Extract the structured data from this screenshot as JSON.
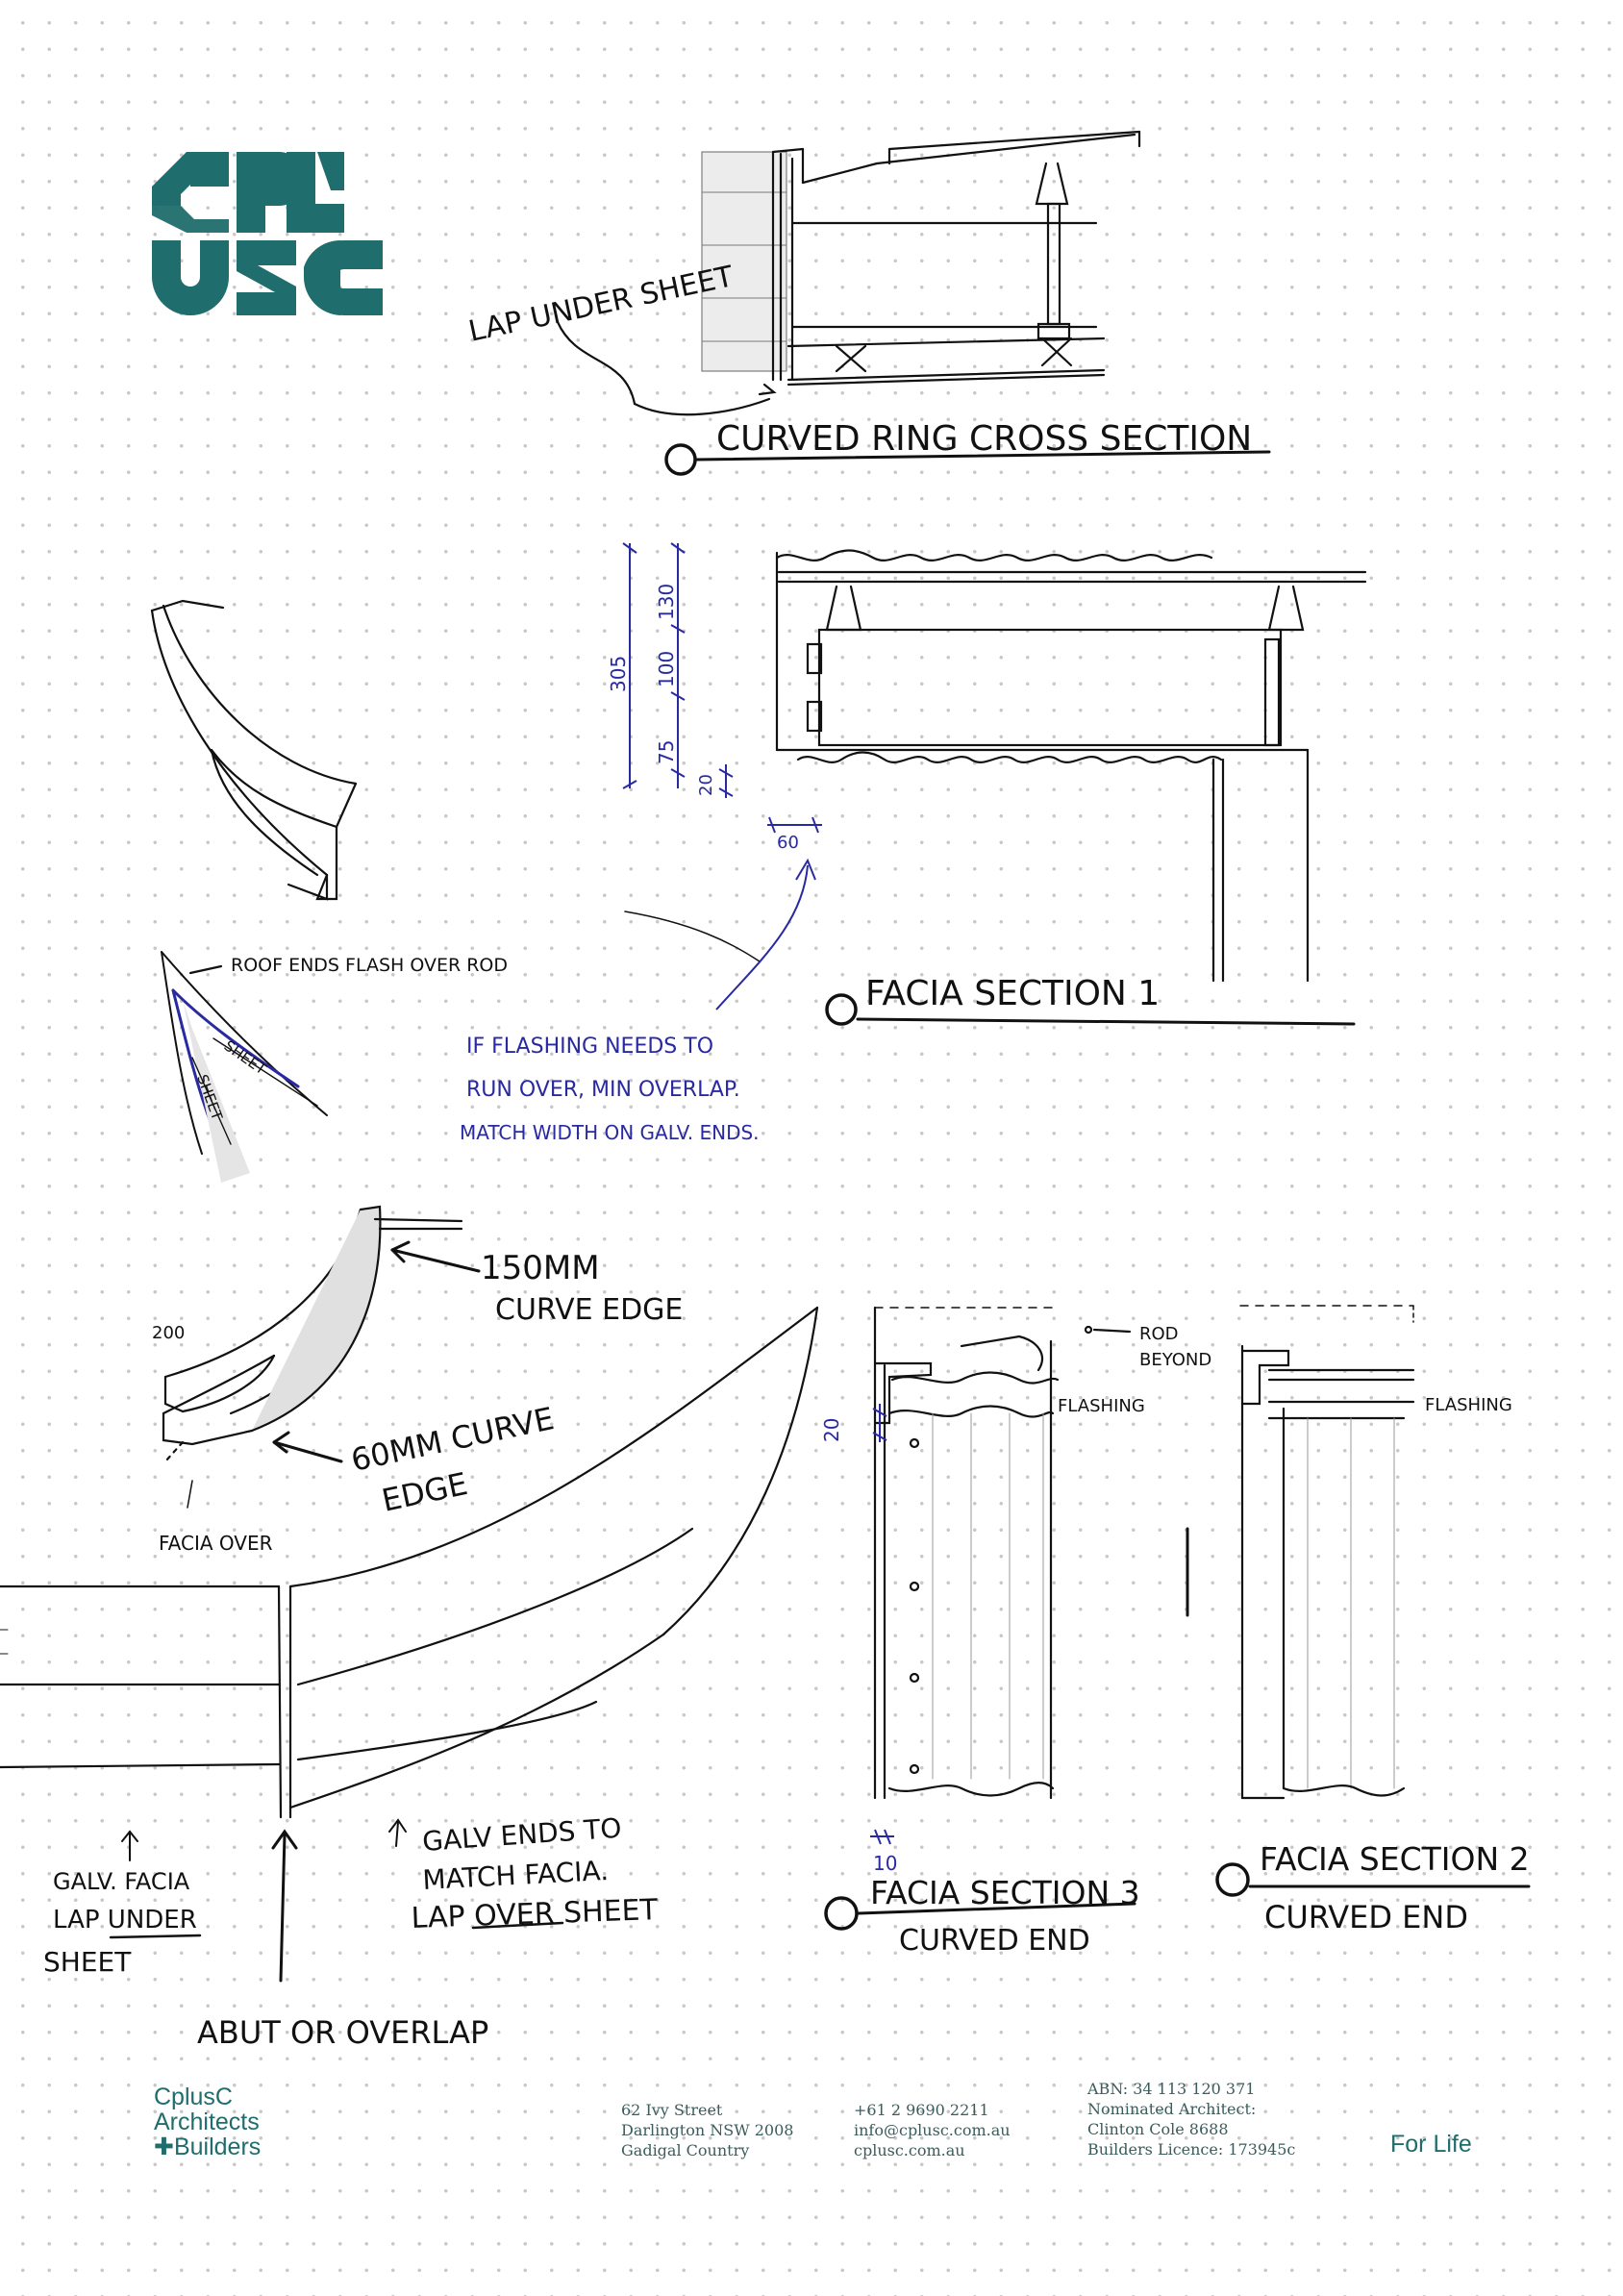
{
  "logo": {
    "alt_text": "CPL USC"
  },
  "drawings": {
    "cross_section_title": "CURVED RING CROSS SECTION",
    "lap_under_sheet": "LAP UNDER SHEET",
    "roof_ends_note": "ROOF ENDS FLASH OVER ROD",
    "sheet_label_1": "SHEET",
    "sheet_label_2": "SHEET",
    "dim_305": "305",
    "dim_130": "130",
    "dim_100": "100",
    "dim_75": "75",
    "dim_20a": "20",
    "dim_60": "60",
    "facia_section_1": "FACIA SECTION 1",
    "flashing_note_1": "IF FLASHING NEEDS TO",
    "flashing_note_2": "RUN OVER, MIN OVERLAP.",
    "flashing_note_3": "MATCH WIDTH ON GALV. ENDS.",
    "curve_150": "150MM",
    "curve_150b": "CURVE EDGE",
    "dim_200": "200",
    "curve_60": "60MM CURVE",
    "curve_60b": "EDGE",
    "facia_over": "FACIA OVER",
    "rod_beyond_1": "ROD",
    "rod_beyond_2": "BEYOND",
    "flashing_1": "FLASHING",
    "flashing_2": "FLASHING",
    "dim_20b": "20",
    "dim_10": "10",
    "galv_facia_1": "GALV. FACIA",
    "galv_facia_2": "LAP UNDER",
    "galv_facia_3": "SHEET",
    "galv_ends_1": "GALV ENDS TO",
    "galv_ends_2": "MATCH FACIA.",
    "galv_ends_3": "LAP OVER SHEET",
    "abut": "ABUT OR OVERLAP",
    "facia_section_3a": "FACIA SECTION 3",
    "facia_section_3b": "CURVED END",
    "facia_section_2a": "FACIA SECTION 2",
    "facia_section_2b": "CURVED END"
  },
  "footer": {
    "brand_line1": "CplusC",
    "brand_line2": "Architects",
    "brand_line3": "✚Builders",
    "address_line1": "62 Ivy Street",
    "address_line2": "Darlington NSW 2008",
    "address_line3": "Gadigal Country",
    "phone": "+61 2 9690 2211",
    "email": "info@cplusc.com.au",
    "web": "cplusc.com.au",
    "abn": "ABN: 34 113 120 371",
    "architect_label": "Nominated Architect:",
    "architect_name": "Clinton Cole 8688",
    "licence": "Builders Licence: 173945c",
    "tagline": "For Life"
  },
  "colors": {
    "brand_teal": "#1f6d6d",
    "ink": "#111111",
    "blue_ink": "#2a2aa0"
  }
}
